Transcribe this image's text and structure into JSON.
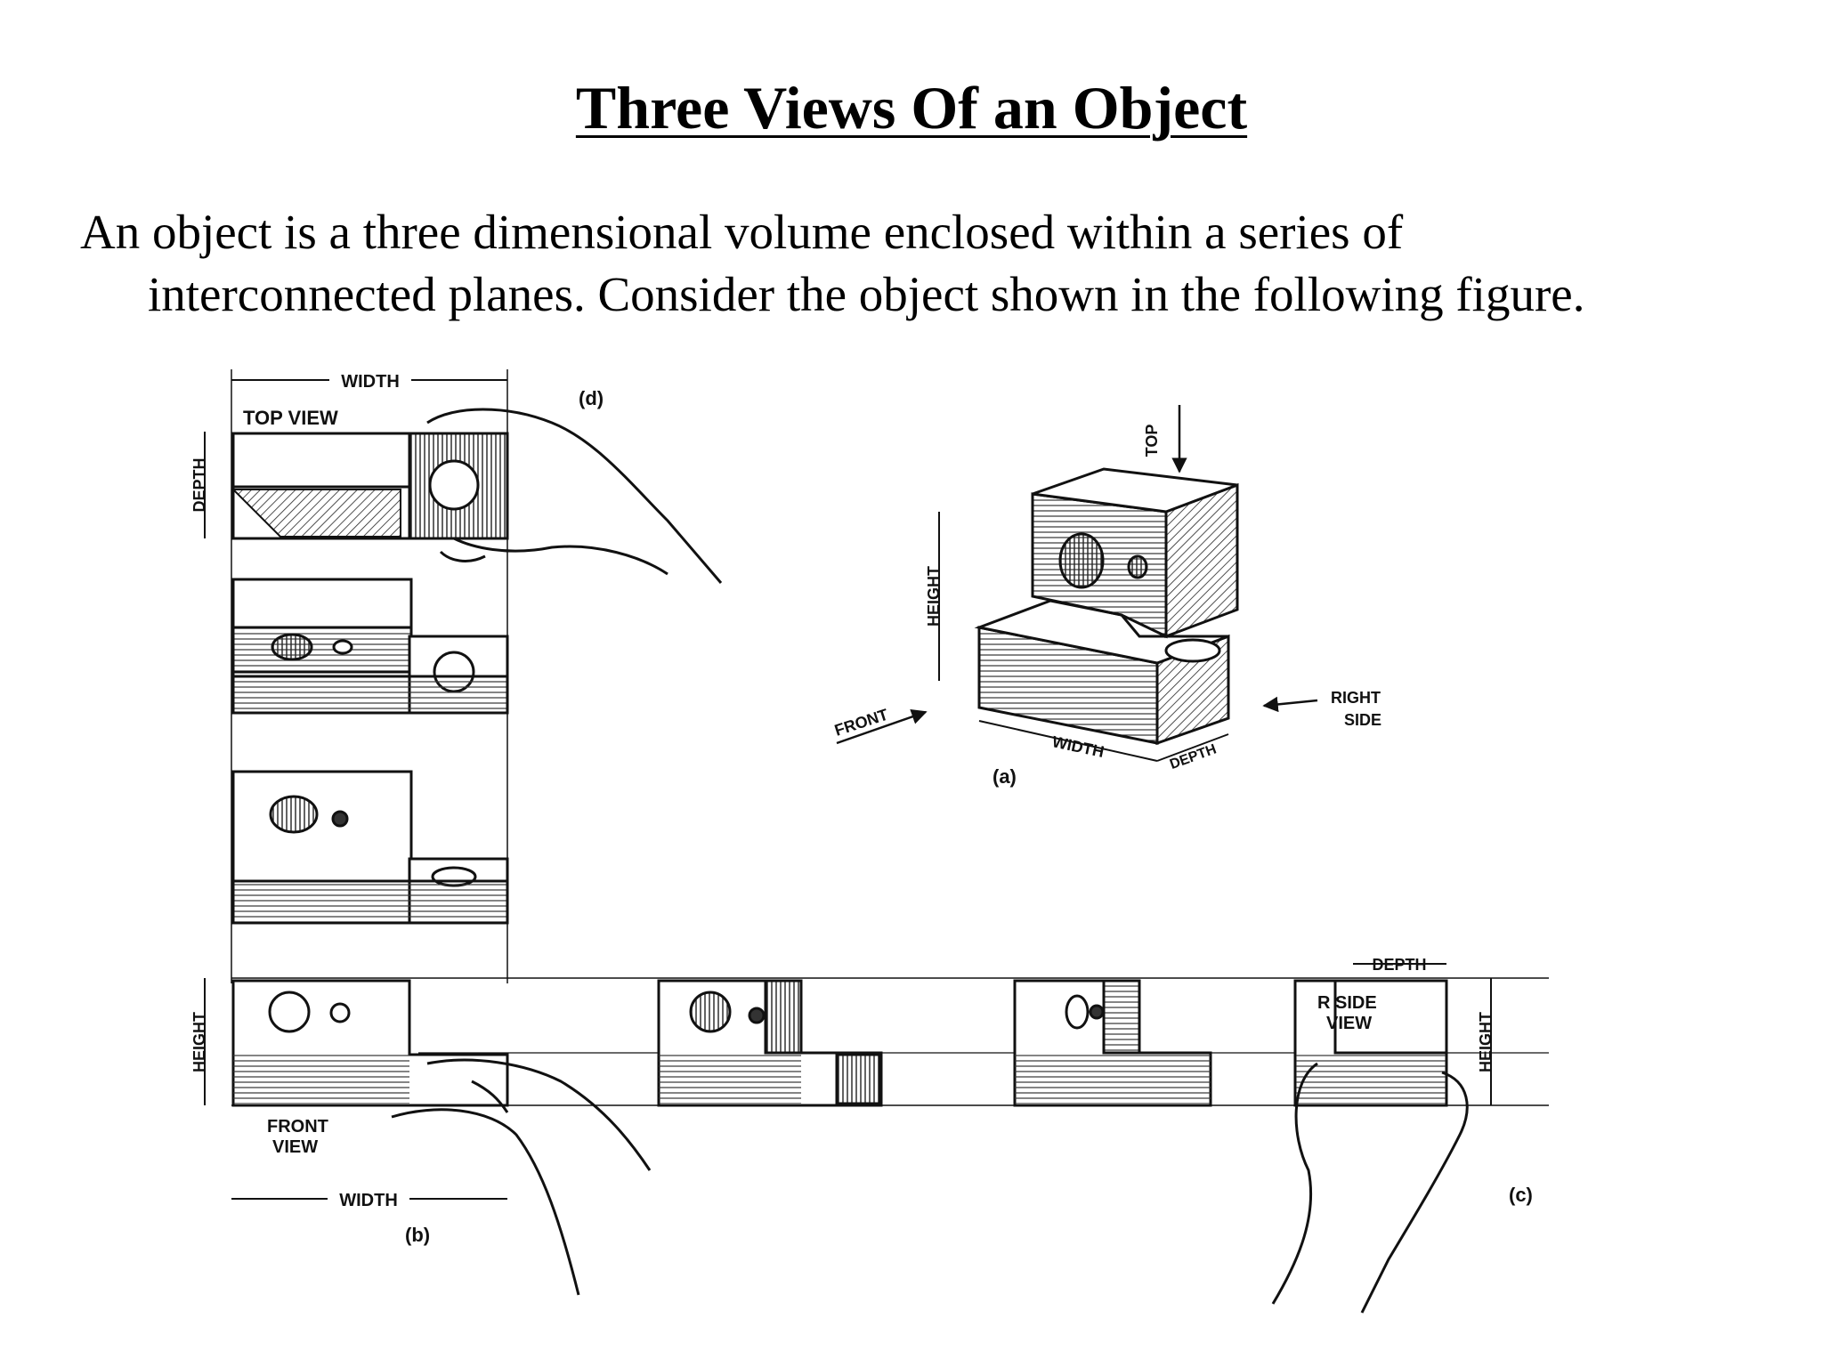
{
  "title": "Three Views Of an Object",
  "paragraph": {
    "line1": "An object is a three dimensional volume enclosed within a series of",
    "line2": "interconnected planes. Consider the object shown in the following figure."
  },
  "figure": {
    "labels": {
      "width": "WIDTH",
      "depth": "DEPTH",
      "height": "HEIGHT",
      "top_view": "TOP VIEW",
      "front_view_1": "FRONT",
      "front_view_2": "VIEW",
      "r_side_view_1": "R SIDE",
      "r_side_view_2": "VIEW",
      "top": "TOP",
      "front": "FRONT",
      "right_side_1": "RIGHT",
      "right_side_2": "SIDE",
      "a": "(a)",
      "b": "(b)",
      "c": "(c)",
      "d": "(d)"
    }
  }
}
